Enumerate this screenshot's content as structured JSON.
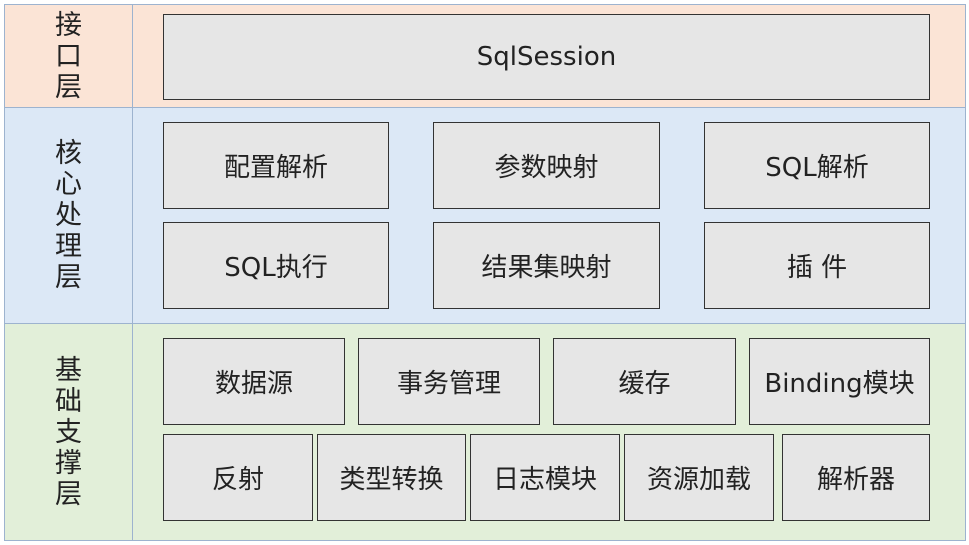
{
  "layers": {
    "interface": {
      "label": "接口层",
      "boxes": [
        "SqlSession"
      ]
    },
    "core": {
      "label": "核心处理层",
      "boxes": [
        "配置解析",
        "参数映射",
        "SQL解析",
        "SQL执行",
        "结果集映射",
        "插 件"
      ]
    },
    "base": {
      "label": "基础支撑层",
      "boxes": [
        "数据源",
        "事务管理",
        "缓存",
        "Binding模块",
        "反射",
        "类型转换",
        "日志模块",
        "资源加载",
        "解析器"
      ]
    }
  },
  "colors": {
    "interface_bg": "#fbe4d6",
    "core_bg": "#dce8f6",
    "base_bg": "#e2efd9",
    "box_bg": "#e6e6e6",
    "layer_border": "#9db3cf"
  }
}
